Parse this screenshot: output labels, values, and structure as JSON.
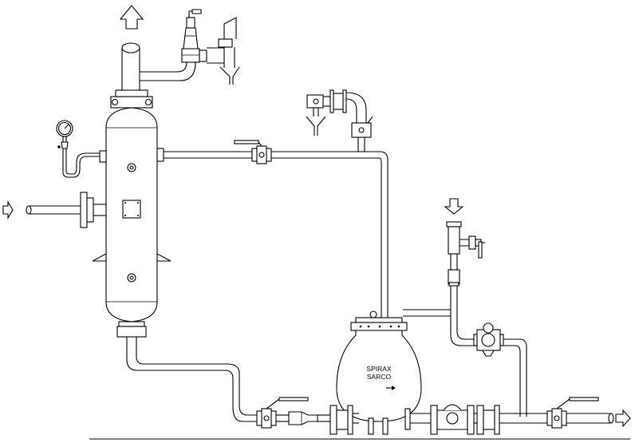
{
  "receiver_label": {
    "line1": "SPIRAX",
    "line2": "SARCO"
  },
  "arrows": {
    "top": "up",
    "left_inlet": "right",
    "steam_inlet": "down",
    "outlet": "right",
    "pump_body": "right"
  }
}
